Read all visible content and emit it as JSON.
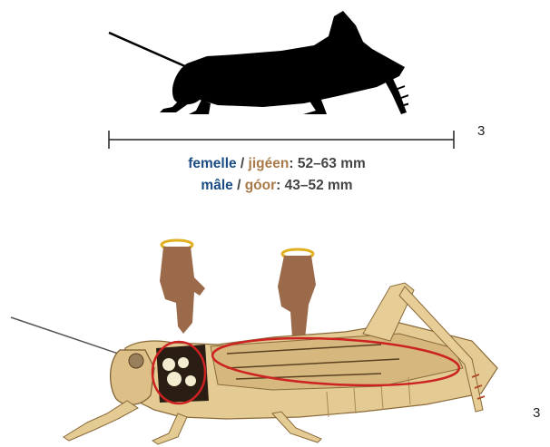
{
  "silhouette": {
    "name": "grasshopper-silhouette",
    "color": "#000000"
  },
  "scale_bar": {
    "label": "3"
  },
  "size_caption": {
    "female": {
      "label_fr": "femelle",
      "separator": " / ",
      "label_wo": "jigéen",
      "colon": ":",
      "value": " 52–63 mm"
    },
    "male": {
      "label_fr": "mâle",
      "separator": " / ",
      "label_wo": "góor",
      "colon": ":",
      "value": " 43–52 mm"
    }
  },
  "illustration": {
    "name": "grasshopper-colored-illustration",
    "label": "3",
    "highlight_color": "#cc2222",
    "highlights": [
      "thorax-spots",
      "wing-pattern"
    ]
  },
  "colors": {
    "french_term": "#1b4d84",
    "wolof_term": "#a97a48",
    "body_tan": "#e3cb93"
  }
}
